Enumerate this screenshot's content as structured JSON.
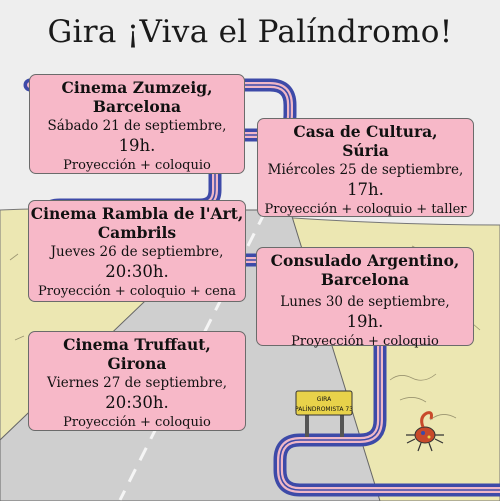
{
  "title": "Gira ¡Viva el Palíndromo!",
  "colors": {
    "card_bg": "#f7b8c8",
    "road_blue": "#3d4aa8",
    "road_pink": "#efb7c7",
    "ground": "#ece7b2",
    "sky": "#eaeaea",
    "sign": "#e8d24a"
  },
  "events": [
    {
      "venue_line1": "Cinema Zumzeig,",
      "venue_line2": "Barcelona",
      "date": "Sábado 21 de septiembre,",
      "time": "19h.",
      "activity": "Proyección + coloquio"
    },
    {
      "venue_line1": "Casa de Cultura,",
      "venue_line2": "Súria",
      "date": "Miércoles 25 de septiembre,",
      "time": "17h.",
      "activity": "Proyección + coloquio + taller"
    },
    {
      "venue_line1": "Cinema Rambla de l'Art,",
      "venue_line2": "Cambrils",
      "date": "Jueves 26 de septiembre,",
      "time": "20:30h.",
      "activity": "Proyección + coloquio + cena"
    },
    {
      "venue_line1": "Consulado Argentino,",
      "venue_line2": "Barcelona",
      "date": "Lunes 30 de septiembre,",
      "time": "19h.",
      "activity": "Proyección + coloquio"
    },
    {
      "venue_line1": "Cinema Truffaut,",
      "venue_line2": "Girona",
      "date": "Viernes 27 de septiembre,",
      "time": "20:30h.",
      "activity": "Proyección + coloquio"
    }
  ],
  "sign": {
    "line1": "GIRA",
    "line2": "PALÍNDROMISTA 73"
  },
  "illustration": {
    "icon": "scorpion-icon"
  }
}
